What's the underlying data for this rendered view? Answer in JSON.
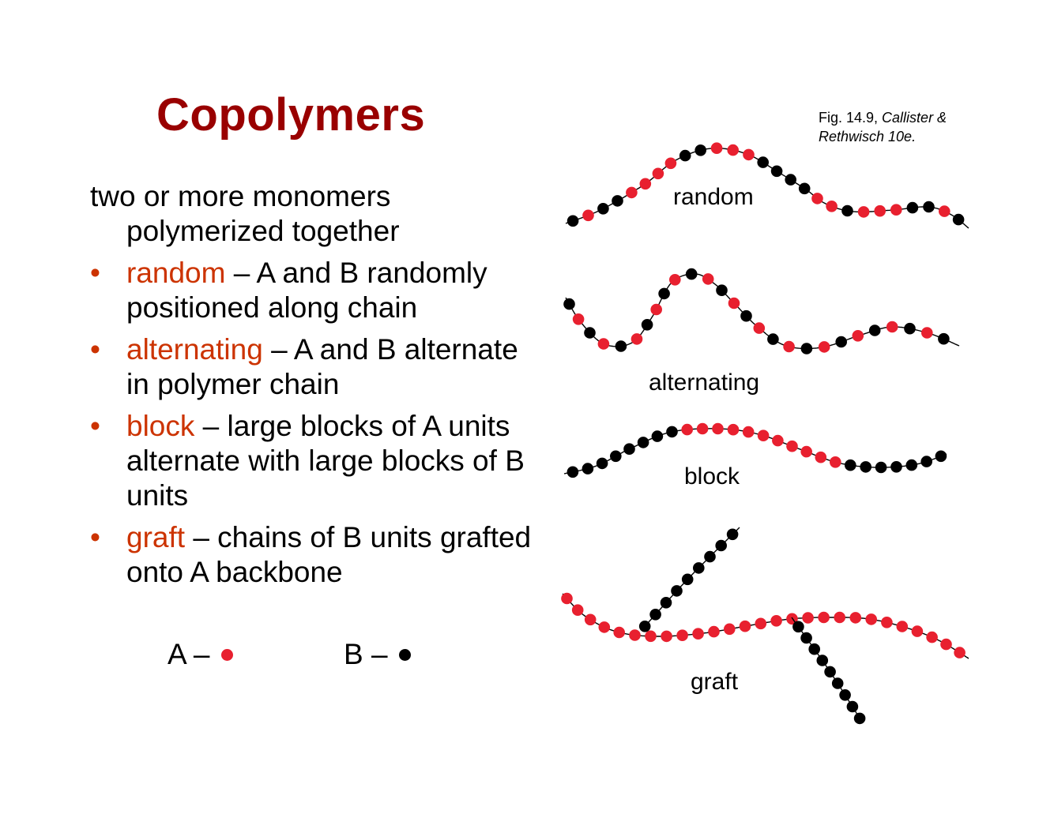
{
  "title": "Copolymers",
  "caption": {
    "line1_plain": "Fig. 14.9, ",
    "line1_italic": "Callister &",
    "line2_italic": "Rethwisch 10e."
  },
  "intro": "two or more monomers polymerized together",
  "bullet_char": "•",
  "bullets": [
    {
      "term": "random",
      "text": " – A and B randomly positioned along chain"
    },
    {
      "term": "alternating",
      "text": " – A and B alternate in polymer chain"
    },
    {
      "term": "block",
      "text": " – large blocks of A units alternate with large blocks of B units"
    },
    {
      "term": "graft",
      "text": " – chains of B units grafted onto A backbone"
    }
  ],
  "legend": {
    "a_label": "A –",
    "b_label": "B –"
  },
  "diagram_labels": {
    "random": "random",
    "alternating": "alternating",
    "block": "block",
    "graft": "graft"
  },
  "colors": {
    "title": "#990000",
    "term": "#cc3300",
    "monomer_a": "#e8202f",
    "monomer_b": "#000000"
  },
  "sequences": {
    "random": "BABBAAAABBAAABBBBAABAAABBAB",
    "alternating": "BABABABABABABABABABABABABAB",
    "block": "BBBBBBBBAAAAAAAAAAABBBBBBB",
    "graft_backbone": "AAAAAAAAAAAAAAAAAAAAAAAAAAA",
    "graft_branch_1": "BBBBBBBBB",
    "graft_branch_2": "BBBBBBBBB"
  }
}
